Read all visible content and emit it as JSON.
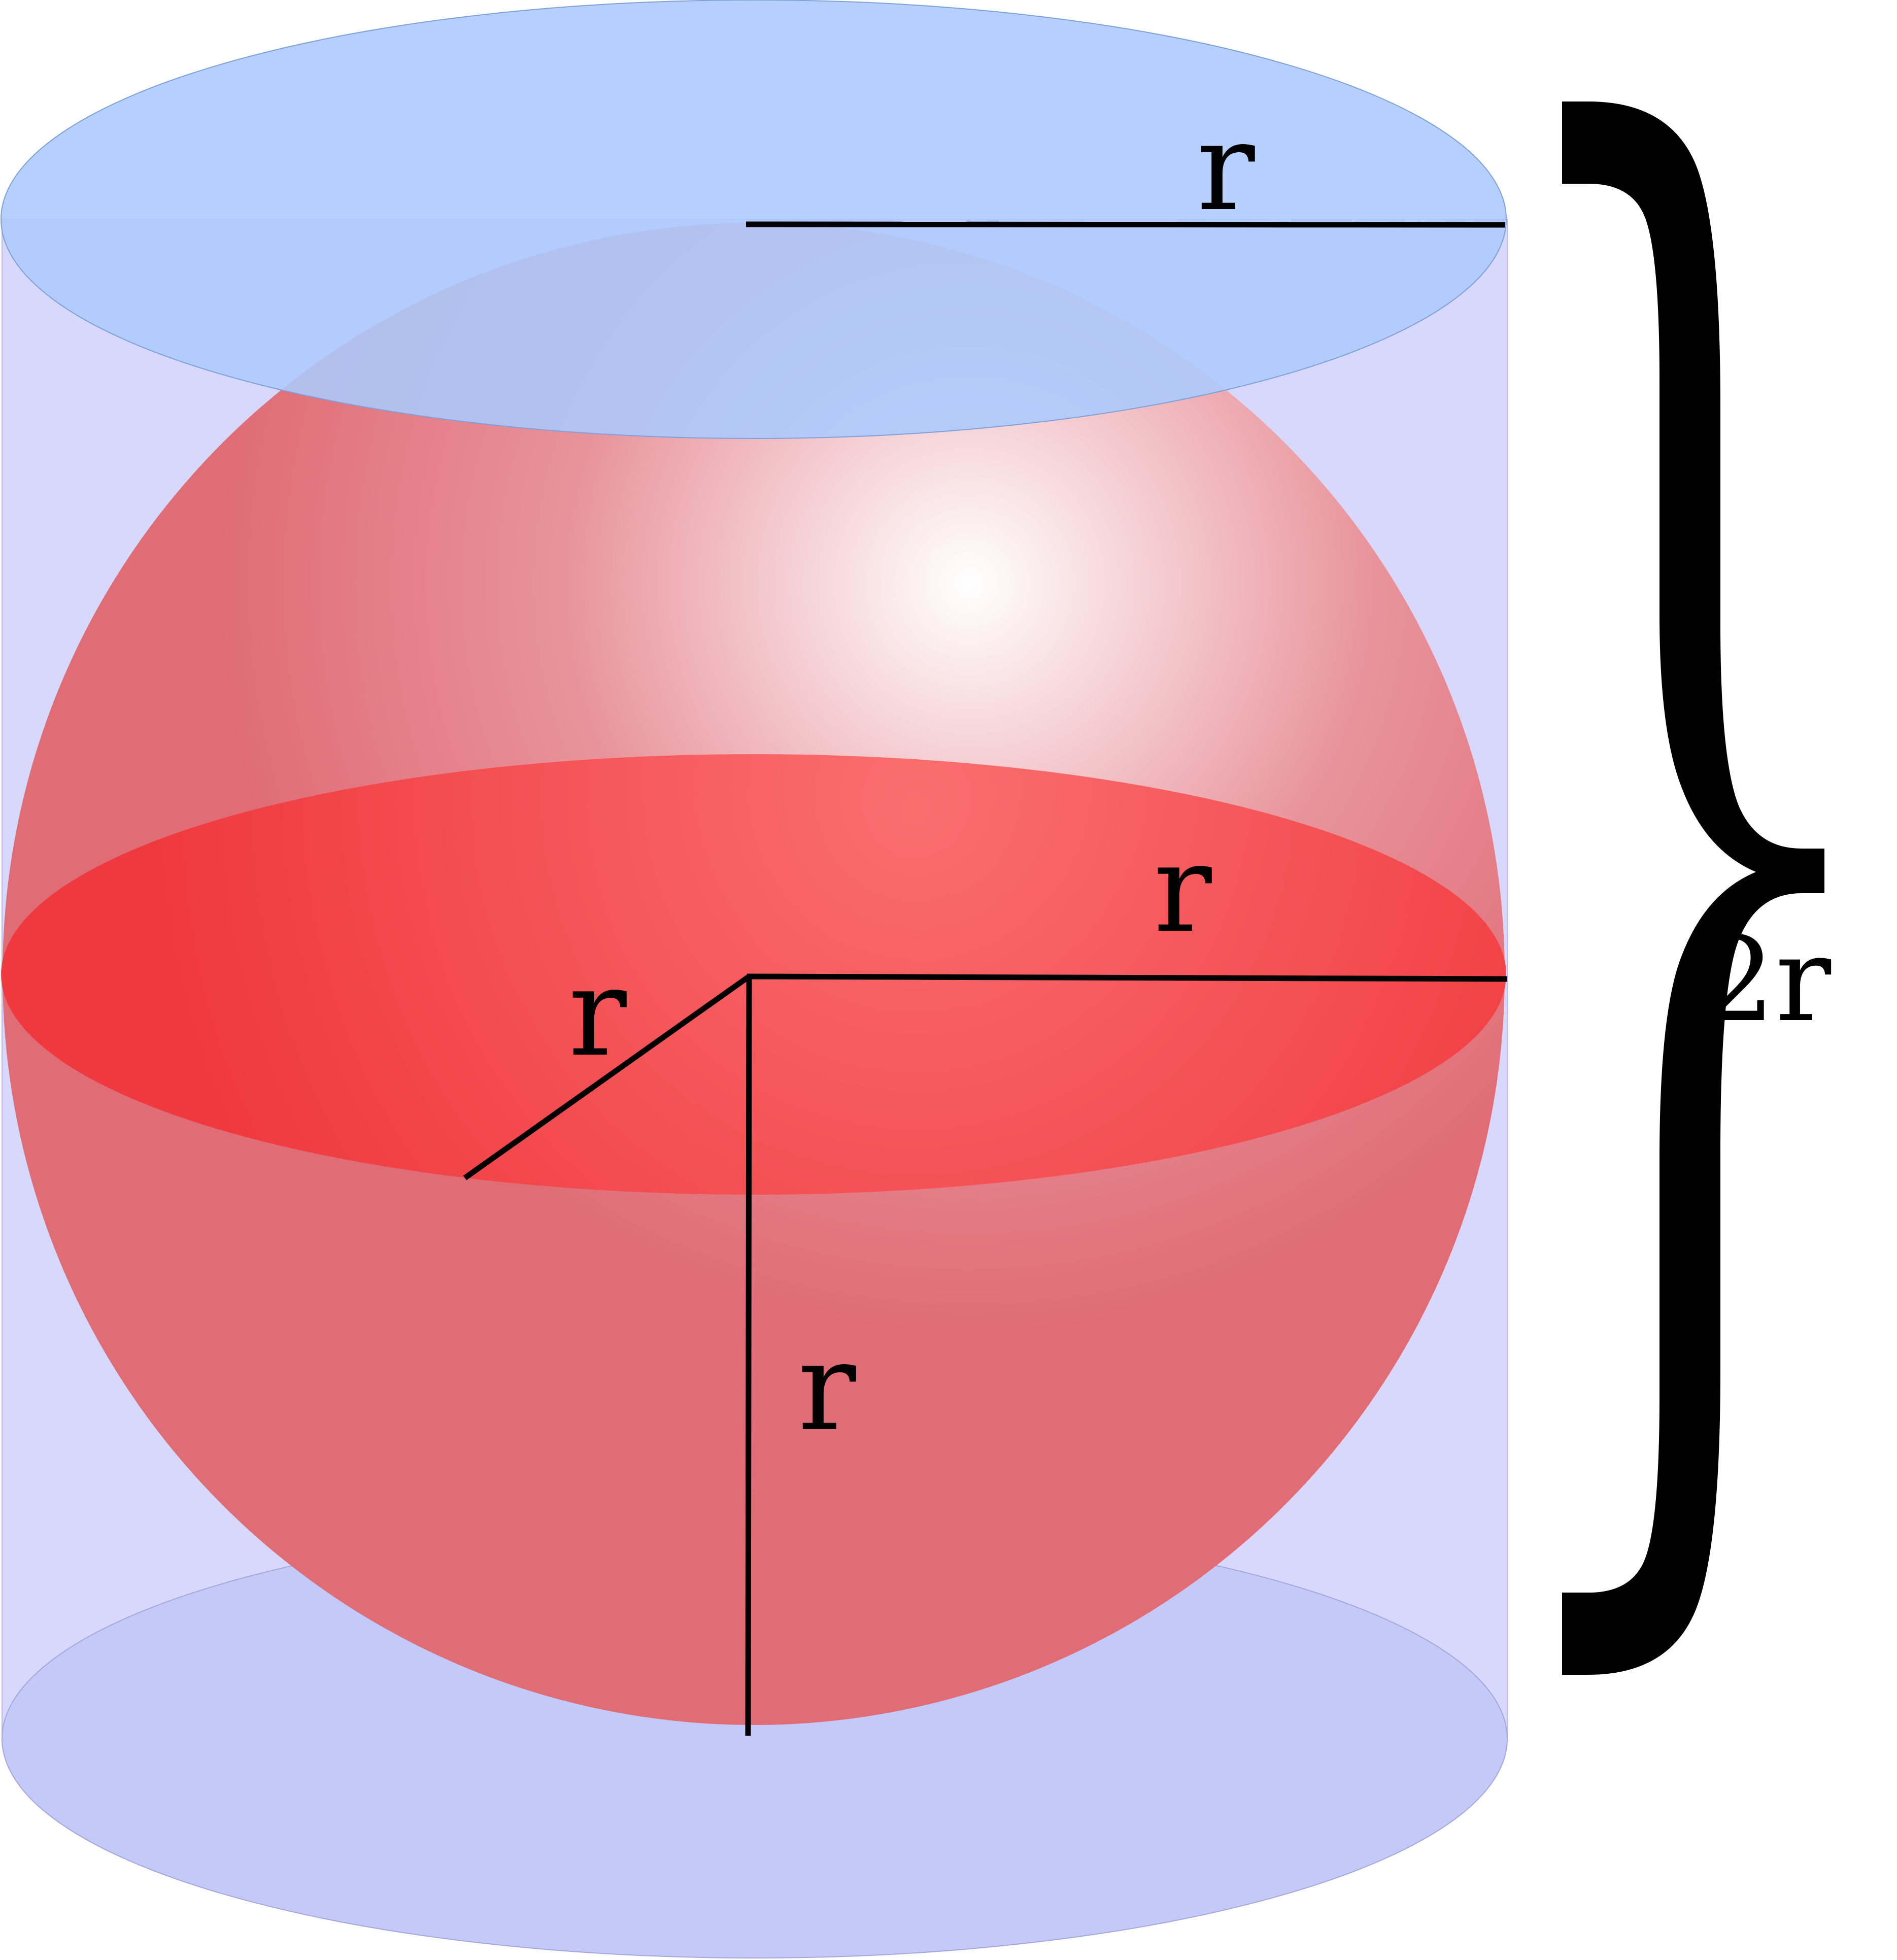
{
  "labels": {
    "top_radius": "r",
    "equator_radius": "r",
    "slant_radius": "r",
    "vertical_radius": "r",
    "height": "2r"
  },
  "colors": {
    "cylinder_body": "#d8d8fc",
    "top_cap": "#abc9fd",
    "bottom_cap": "#c3caf9",
    "sphere_main": "#e06c76",
    "sphere_highlight": "#ffffff",
    "equator_disk": "#f0363c",
    "lines": "#000000"
  }
}
